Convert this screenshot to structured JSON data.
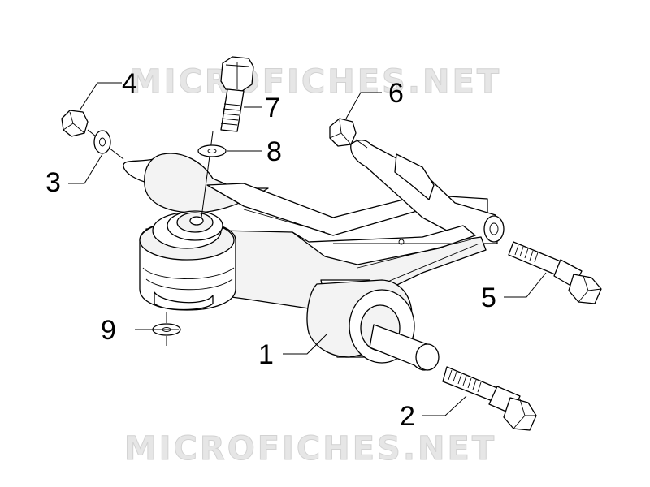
{
  "watermarks": [
    "MICROFICHES.NET",
    "MICROFICHES.NET"
  ],
  "callouts": [
    "1",
    "2",
    "3",
    "4",
    "5",
    "6",
    "7",
    "8",
    "9"
  ]
}
